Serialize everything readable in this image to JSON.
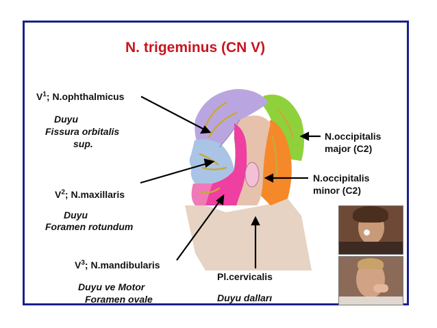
{
  "title": "N. trigeminus (CN V)",
  "branches": {
    "v1": {
      "sup": "1",
      "name": "; N.ophthalmicus",
      "desc": [
        "Duyu",
        "Fissura orbitalis",
        "sup."
      ]
    },
    "v2": {
      "sup": "2",
      "name": "; N.maxillaris",
      "desc": [
        "Duyu",
        "Foramen rotundum"
      ]
    },
    "v3": {
      "sup": "3",
      "name": "; N.mandibularis",
      "desc": [
        "Duyu ve Motor",
        "Foramen ovale"
      ]
    }
  },
  "v_letter": "V",
  "occipital": {
    "major": [
      "N.occipitalis",
      "major (C2)"
    ],
    "minor": [
      "N.occipitalis",
      "minor (C2)"
    ]
  },
  "cervical": {
    "name": "Pl.cervicalis",
    "desc": "Duyu dalları"
  },
  "colors": {
    "frame": "#1a1f8c",
    "title": "#c8141e",
    "v1_region": "#b9a6e0",
    "v2_region": "#aac4e6",
    "v3_region": "#ef3fa0",
    "occipital_major": "#8fd13a",
    "occipital_minor": "#f5892a",
    "cervical": "#e6d3c3",
    "nerve": "#c9a83c"
  }
}
